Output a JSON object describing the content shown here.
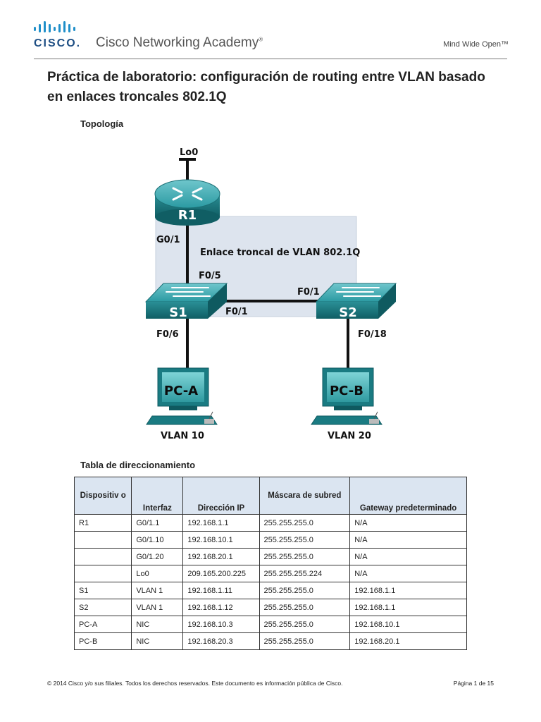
{
  "header": {
    "logo_text": "CISCO.",
    "academy": "Cisco Networking Academy",
    "registered": "®",
    "tagline": "Mind Wide Open™"
  },
  "title": "Práctica de laboratorio: configuración de routing entre VLAN basado en enlaces troncales 802.1Q",
  "topology": {
    "heading": "Topología",
    "loopback": "Lo0",
    "router": "R1",
    "router_port": "G0/1",
    "trunk_label": "Enlace troncal de VLAN 802.1Q",
    "s1_up_port": "F0/5",
    "s1_trunk_port": "F0/1",
    "s2_trunk_port": "F0/1",
    "s1": "S1",
    "s2": "S2",
    "s1_down_port": "F0/6",
    "s2_down_port": "F0/18",
    "pca": "PC-A",
    "pcb": "PC-B",
    "vlan_a": "VLAN 10",
    "vlan_b": "VLAN 20"
  },
  "table": {
    "heading": "Tabla de direccionamiento",
    "columns": [
      "Dispositiv o",
      "Interfaz",
      "Dirección IP",
      "Máscara de subred",
      "Gateway predeterminado"
    ],
    "rows": [
      [
        "R1",
        "G0/1.1",
        "192.168.1.1",
        "255.255.255.0",
        "N/A"
      ],
      [
        "",
        "G0/1.10",
        "192.168.10.1",
        "255.255.255.0",
        "N/A"
      ],
      [
        "",
        "G0/1.20",
        "192.168.20.1",
        "255.255.255.0",
        "N/A"
      ],
      [
        "",
        "Lo0",
        "209.165.200.225",
        "255.255.255.224",
        "N/A"
      ],
      [
        "S1",
        "VLAN 1",
        "192.168.1.11",
        "255.255.255.0",
        "192.168.1.1"
      ],
      [
        "S2",
        "VLAN 1",
        "192.168.1.12",
        "255.255.255.0",
        "192.168.1.1"
      ],
      [
        "PC-A",
        "NIC",
        "192.168.10.3",
        "255.255.255.0",
        "192.168.10.1"
      ],
      [
        "PC-B",
        "NIC",
        "192.168.20.3",
        "255.255.255.0",
        "192.168.20.1"
      ]
    ]
  },
  "footer": {
    "copyright": "© 2014 Cisco y/o sus filiales. Todos los derechos reservados. Este documento es información pública de Cisco.",
    "page": "Página 1 de 15"
  },
  "colors": {
    "logo_blue": "#1f4f84",
    "device_teal": "#1a7b82",
    "trunk_box": "#dde4ee",
    "table_header": "#dbe5f1"
  }
}
